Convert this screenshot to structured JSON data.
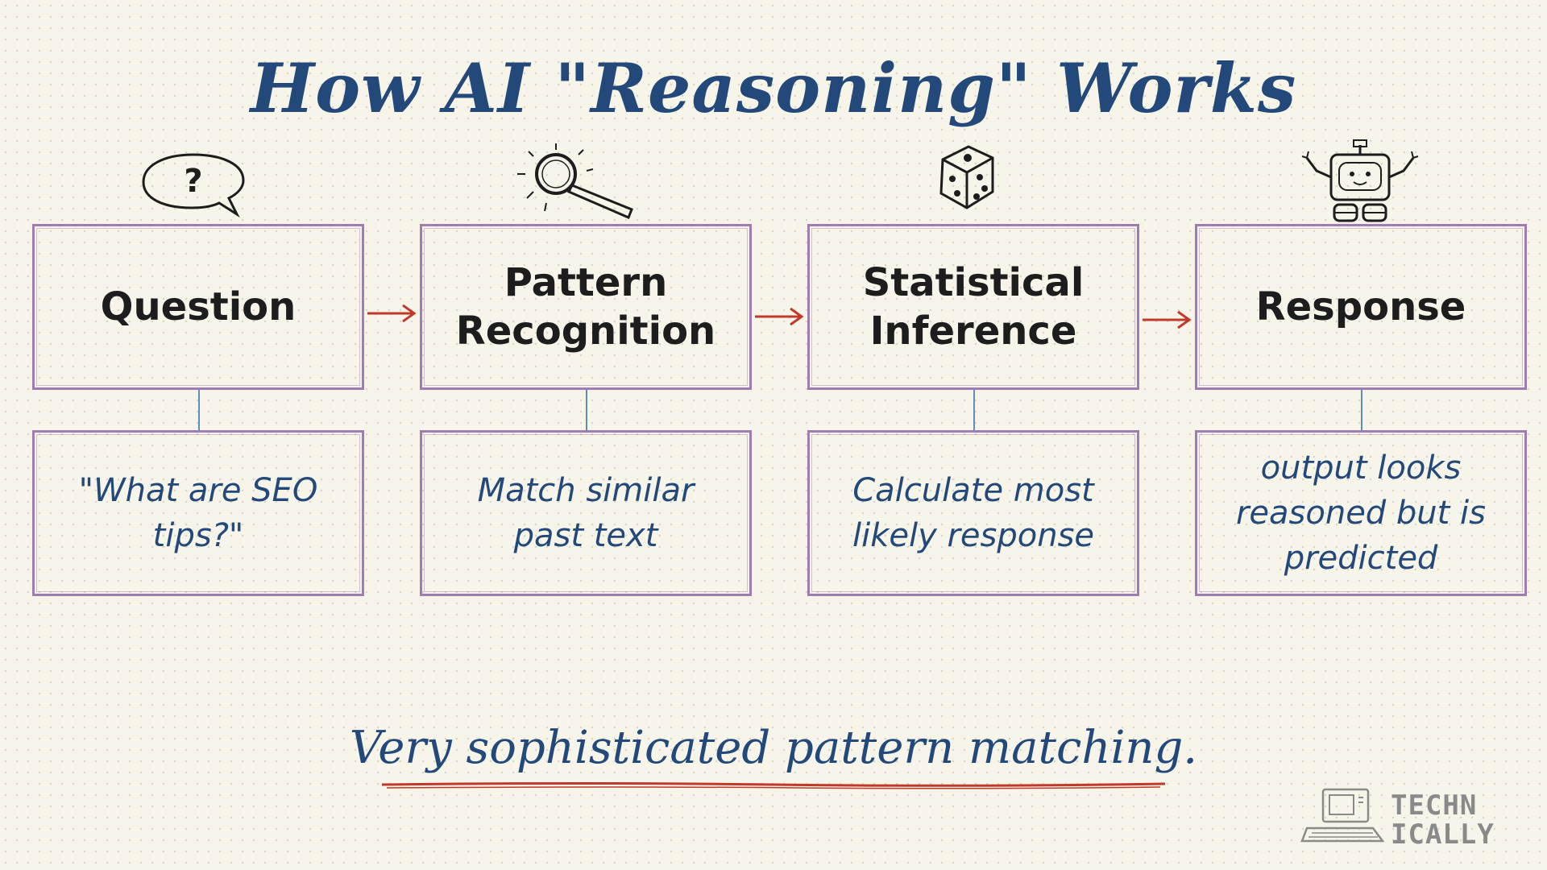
{
  "title": "How AI \"Reasoning\" Works",
  "steps": [
    {
      "label": "Question",
      "description": "\"What are SEO tips?\"",
      "icon": "speech-bubble-question-icon"
    },
    {
      "label": "Pattern Recognition",
      "description": "Match similar past text",
      "icon": "magnifying-glass-icon"
    },
    {
      "label": "Statistical Inference",
      "description": "Calculate most likely response",
      "icon": "dice-icon"
    },
    {
      "label": "Response",
      "description": "output looks reasoned but is predicted",
      "icon": "robot-icon"
    }
  ],
  "summary": "Very sophisticated pattern matching.",
  "logo": {
    "line1": "TECHN",
    "line2": "ICALLY",
    "icon": "retro-computer-icon"
  },
  "colors": {
    "title": "#22497a",
    "box_border": "#a07cb5",
    "arrow": "#c0392b",
    "connector": "#5a8fbf",
    "background": "#f7f4ea"
  }
}
